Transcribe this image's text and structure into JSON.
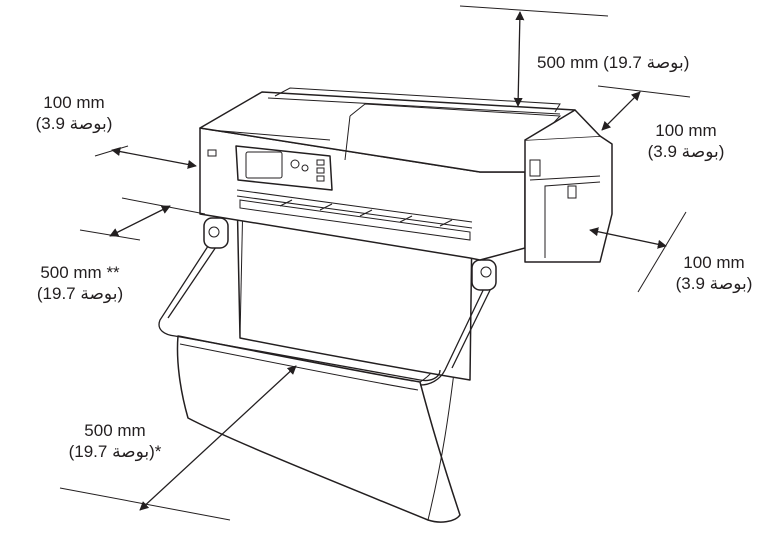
{
  "dimensions": {
    "top": {
      "line1": "500 mm (19.7 بوصة)"
    },
    "left": {
      "line1": "100 mm",
      "line2": "(3.9 بوصة)"
    },
    "right": {
      "line1": "100 mm",
      "line2": "(3.9 بوصة)"
    },
    "right_lower": {
      "line1": "100 mm",
      "line2": "(3.9 بوصة)"
    },
    "front_left": {
      "line1": "500 mm **",
      "line2": "(19.7 بوصة)"
    },
    "front_bottom": {
      "line1": "500 mm",
      "line2": "(19.7 بوصة)*"
    }
  },
  "colors": {
    "ink": "#231f20",
    "paper": "#ffffff"
  }
}
